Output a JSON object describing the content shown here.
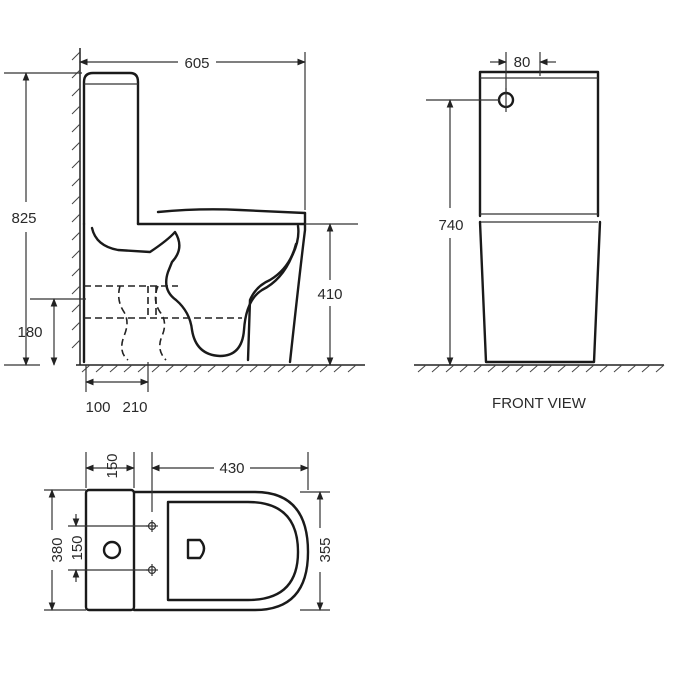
{
  "side_view": {
    "width_label": "605",
    "height_label": "825",
    "bowl_height_label": "410",
    "outlet_height_label": "180",
    "bottom_left_label": "100",
    "bottom_right_label": "210"
  },
  "front_view": {
    "offset_label": "80",
    "height_label": "740",
    "title": "FRONT VIEW"
  },
  "top_view": {
    "tank_depth_label": "150",
    "bowl_length_label": "430",
    "total_width_label": "380",
    "hole_spacing_label": "150",
    "bowl_width_label": "355"
  },
  "colors": {
    "line": "#1a1a1a",
    "text": "#2a2a2a",
    "background": "#ffffff"
  }
}
